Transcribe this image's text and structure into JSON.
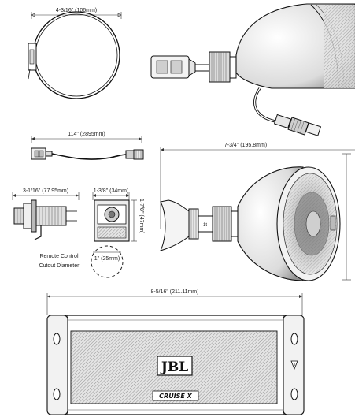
{
  "dimensions": {
    "clamp_width": "4-3/16\" (106mm)",
    "cable_length": "114\" (2895mm)",
    "speaker_length": "7-3/4\" (195.8mm)",
    "remote_length": "3-1/16\" (77.95mm)",
    "remote_face_width": "1-3/8\" (34mm)",
    "remote_face_height": "1-7/8\" (47mm)",
    "cutout_size": "1\" (25mm)",
    "amp_length": "8-5/16\" (211.11mm)"
  },
  "labels": {
    "cutout_line1": "Remote Control",
    "cutout_line2": "Cutout Diameter"
  },
  "branding": {
    "logo_text": "JBL",
    "model_text": "CRUISE X"
  },
  "colors": {
    "ink": "#111111",
    "dim_line": "#333333",
    "grille": "#cfcfcf",
    "shade": "#9a9a9a"
  }
}
